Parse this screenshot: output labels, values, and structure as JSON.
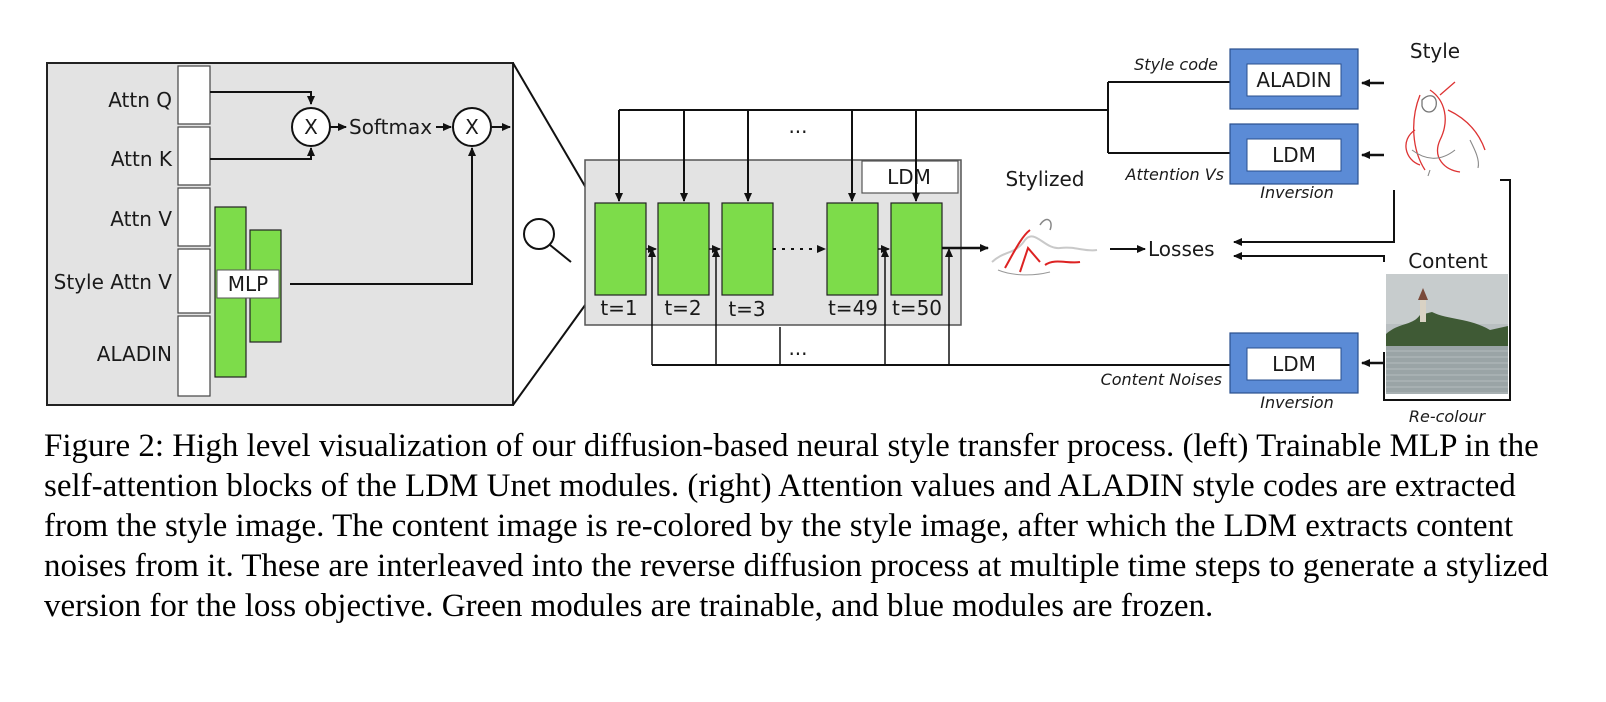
{
  "left_panel": {
    "rows": [
      "Attn Q",
      "Attn K",
      "Attn V",
      "Style Attn V",
      "ALADIN"
    ],
    "multiply_symbol": "X",
    "softmax_label": "Softmax",
    "mlp_label": "MLP"
  },
  "unet": {
    "ldm_label": "LDM",
    "timesteps": [
      "t=1",
      "t=2",
      "t=3",
      "t=49",
      "t=50"
    ],
    "top_ellipsis": "...",
    "bottom_ellipsis": "..."
  },
  "right": {
    "style_title": "Style",
    "content_title": "Content",
    "stylized_label": "Stylized",
    "losses_label": "Losses",
    "style_code_label": "Style code",
    "attention_vs_label": "Attention Vs",
    "content_noises_label": "Content Noises",
    "aladin_box": "ALADIN",
    "ldm_box_top": "LDM",
    "ldm_box_bottom": "LDM",
    "inversion_top": "Inversion",
    "inversion_bottom": "Inversion",
    "recolour_label": "Re-colour"
  },
  "colors": {
    "trainable_green": "#7ddc4a",
    "frozen_blue": "#5b8bd6",
    "panel_gray": "#e3e3e3"
  },
  "caption": "Figure 2: High level visualization of our diffusion-based neural style transfer process. (left) Trainable MLP in the self-attention blocks of the LDM Unet modules. (right) Attention values and ALADIN style codes are extracted from the style image. The content image is re-colored by the style image, after which the LDM extracts content noises from it. These are interleaved into the reverse diffusion process at multiple time steps to generate a stylized version for the loss objective. Green modules are trainable, and blue modules are frozen."
}
